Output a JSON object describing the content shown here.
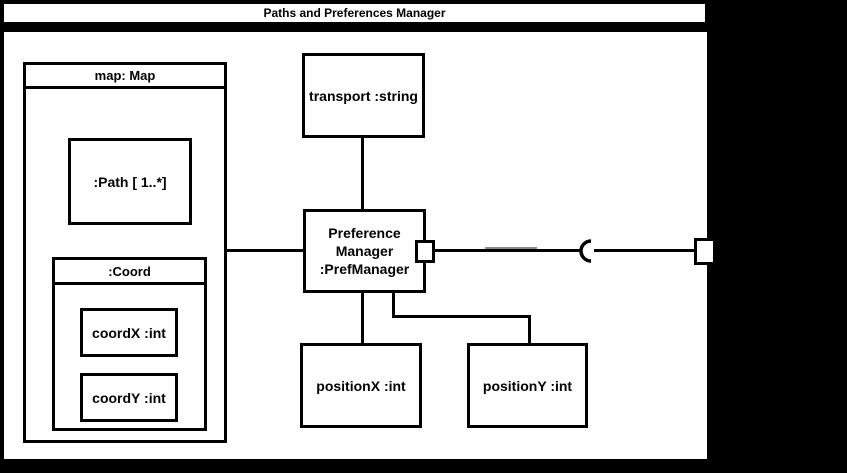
{
  "diagram": {
    "title": "Paths and Preferences Manager",
    "nodes": {
      "map": {
        "label": "map: Map"
      },
      "path": {
        "label": ":Path [ 1..*]"
      },
      "coord": {
        "label": ":Coord"
      },
      "coordx": {
        "label": "coordX :int"
      },
      "coordy": {
        "label": "coordY :int"
      },
      "transport": {
        "label": "transport :string"
      },
      "prefmanager": {
        "lines": [
          "Preference",
          "Manager",
          ":PrefManager"
        ]
      },
      "positionx": {
        "label": "positionX :int"
      },
      "positiony": {
        "label": "positionY :int"
      }
    },
    "colors": {
      "background": "#000000",
      "surface": "#ffffff",
      "line": "#000000",
      "overlap_segment": "#8a8a8a"
    }
  }
}
